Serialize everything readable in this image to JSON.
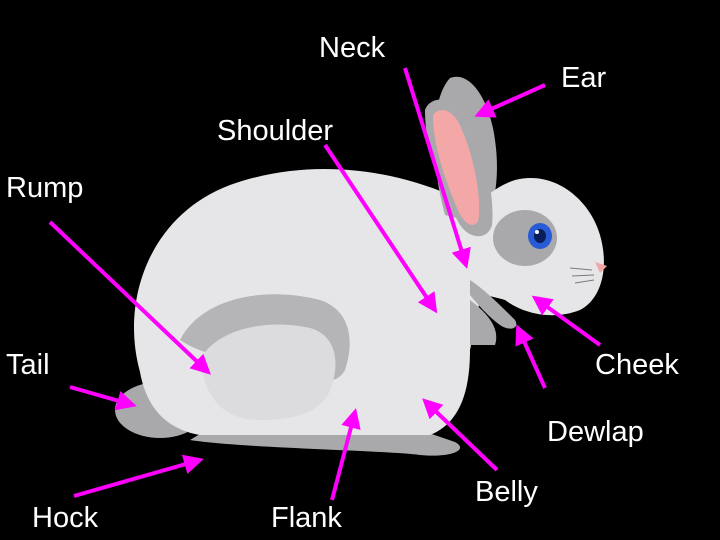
{
  "labels": {
    "neck": "Neck",
    "ear": "Ear",
    "shoulder": "Shoulder",
    "rump": "Rump",
    "tail": "Tail",
    "cheek": "Cheek",
    "dewlap": "Dewlap",
    "belly": "Belly",
    "hock": "Hock",
    "flank": "Flank"
  },
  "colors": {
    "background": "#000000",
    "label_text": "#ffffff",
    "arrow": "#ff00ff",
    "fur_light": "#e6e6e9",
    "fur_shadow": "#a9a9ac",
    "ear_inner": "#f4a7a7",
    "eye": "#2a5bd7"
  }
}
